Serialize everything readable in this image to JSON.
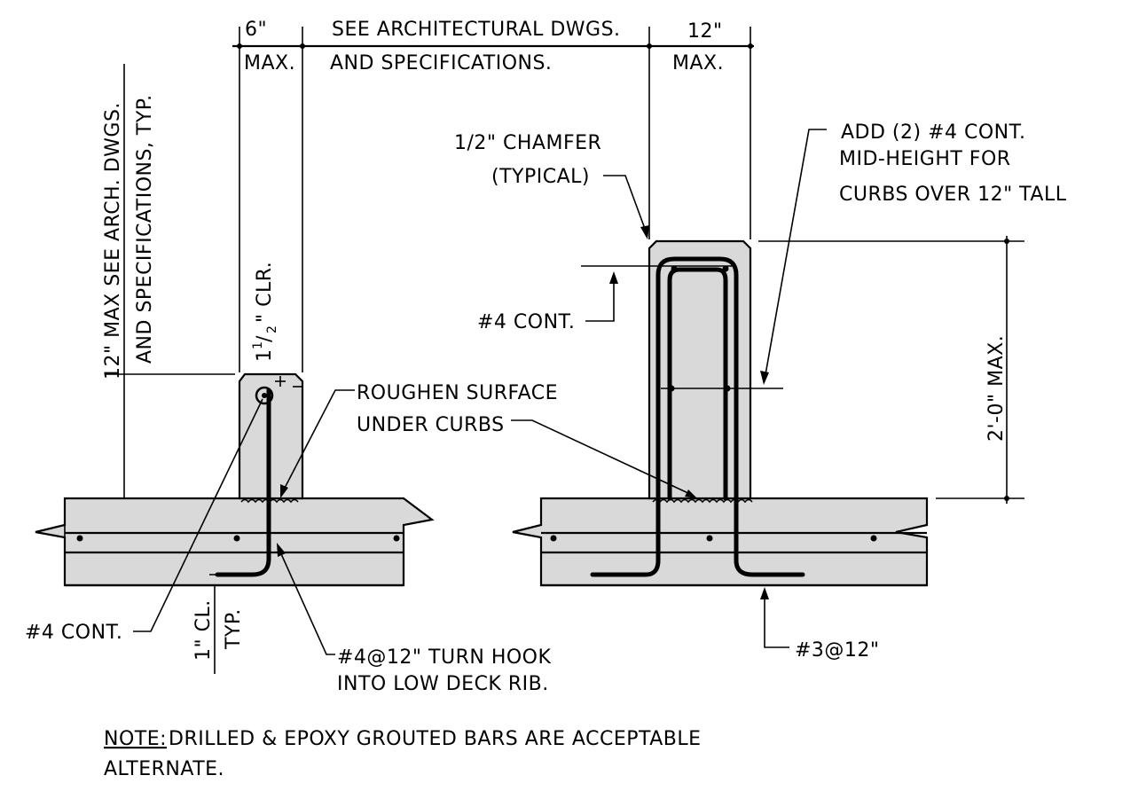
{
  "labels": {
    "dim_6": "6\"",
    "dim_max_left": "MAX.",
    "see_arch_1": "SEE ARCHITECTURAL DWGS.",
    "see_arch_2": "AND SPECIFICATIONS.",
    "dim_12": "12\"",
    "dim_max_right": "MAX.",
    "vert_note_1": "12\" MAX SEE ARCH. DWGS.",
    "vert_note_2": "AND SPECIFICATIONS, TYP.",
    "clr_main": "1",
    "clr_frac_num": "1",
    "clr_frac_den": "2",
    "clr_rest": "\" CLR.",
    "chamfer_1": "1/2\" CHAMFER",
    "chamfer_2": "(TYPICAL)",
    "add_cont_1": "ADD (2) #4 CONT.",
    "add_cont_2": "MID-HEIGHT FOR",
    "add_cont_3": "CURBS OVER 12\" TALL",
    "cont_right": "#4 CONT.",
    "max_height": "2'-0\" MAX.",
    "roughen_1": "ROUGHEN SURFACE",
    "roughen_2": "UNDER CURBS",
    "cont_left": "#4 CONT.",
    "cl_1": "1\" CL.",
    "cl_2": "TYP.",
    "hook_1": "#4@12\" TURN HOOK",
    "hook_2": "INTO LOW DECK RIB.",
    "bar_3": "#3@12\"",
    "note_label": "NOTE:",
    "note_text": " DRILLED & EPOXY GROUTED BARS ARE ACCEPTABLE",
    "note_text_2": "ALTERNATE."
  }
}
